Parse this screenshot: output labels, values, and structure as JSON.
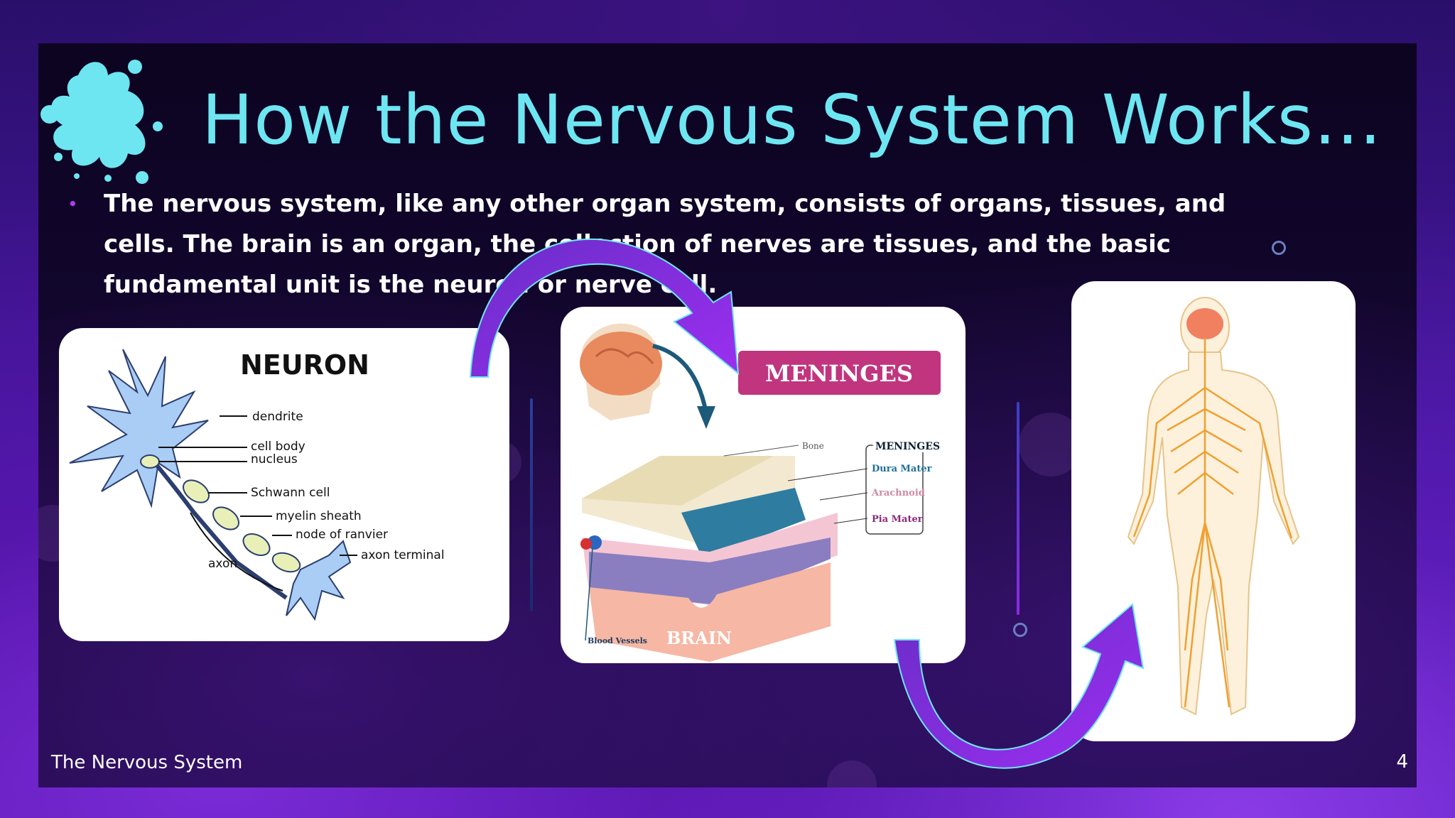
{
  "slide": {
    "title": "How the Nervous System Works…",
    "body": "The nervous system, like any other organ system, consists of organs, tissues, and cells. The brain is an organ, the collection of nerves are tissues, and the basic fundamental unit is the neuron or nerve cell.",
    "bullet": "•",
    "footer_title": "The Nervous System",
    "slide_number": "4",
    "accent_color": "#6de6f2",
    "bullet_color": "#b23bf0",
    "arrow_color": "#8a2be2"
  },
  "neuron_card": {
    "heading": "NEURON",
    "labels": {
      "dendrite": "dendrite",
      "cell_body": "cell body",
      "nucleus": "nucleus",
      "schwann": "Schwann cell",
      "myelin": "myelin sheath",
      "ranvier": "node of ranvier",
      "axon_terminal": "axon terminal",
      "axon": "axon"
    }
  },
  "meninges_card": {
    "banner": "MENINGES",
    "legend_title": "MENINGES",
    "layers": {
      "dura": "Dura Mater",
      "arachnoid": "Arachnoid",
      "pia": "Pia Mater"
    },
    "bone": "Bone",
    "brain": "BRAIN",
    "blood_vessels": "Blood Vessels"
  },
  "body_card": {
    "icon": "human-nervous-system-figure"
  }
}
